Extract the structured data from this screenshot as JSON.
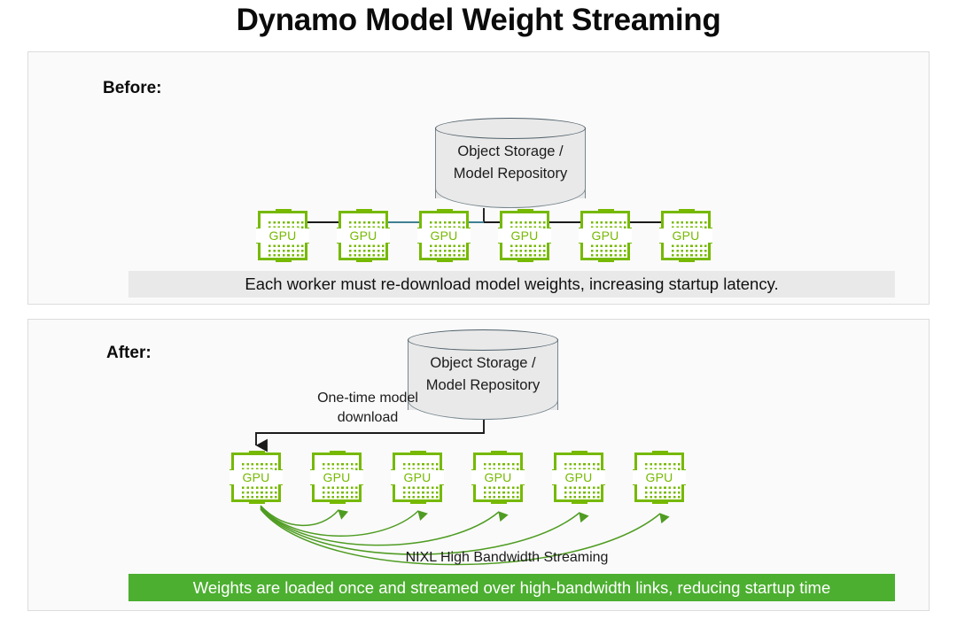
{
  "title": "Dynamo Model Weight Streaming",
  "colors": {
    "nvidia_green": "#76b900",
    "banner_green": "#4caf30",
    "caption_gray": "#e9e9e9",
    "arrow_black": "#1b1b1b",
    "arrow_teal": "#3f7f93",
    "cylinder_fill": "#e9e9e9",
    "cylinder_stroke": "#77868e",
    "panel_bg": "#fafafa",
    "panel_border": "#dcdcdc"
  },
  "before": {
    "phase_label": "Before:",
    "storage": {
      "line1": "Object Storage /",
      "line2": "Model Repository"
    },
    "workers": [
      {
        "label": "GPU"
      },
      {
        "label": "GPU"
      },
      {
        "label": "GPU"
      },
      {
        "label": "GPU"
      },
      {
        "label": "GPU"
      },
      {
        "label": "GPU"
      }
    ],
    "arrows": {
      "count": 6,
      "style": "fan-out-bus-downward",
      "highlight_index": 2,
      "highlight_color": "#3f7f93",
      "default_color": "#1b1b1b"
    },
    "caption": "Each worker must re-download model weights, increasing startup latency."
  },
  "after": {
    "phase_label": "After:",
    "storage": {
      "line1": "Object Storage /",
      "line2": "Model Repository"
    },
    "download_label_line1": "One-time model",
    "download_label_line2": "download",
    "workers": [
      {
        "label": "GPU"
      },
      {
        "label": "GPU"
      },
      {
        "label": "GPU"
      },
      {
        "label": "GPU"
      },
      {
        "label": "GPU"
      },
      {
        "label": "GPU"
      }
    ],
    "streaming_label": "NIXL High Bandwidth Streaming",
    "streaming_arrow_color": "#4f9c22",
    "streaming_arrow_count": 5,
    "caption": "Weights are loaded once and streamed over high-bandwidth links, reducing startup time"
  }
}
